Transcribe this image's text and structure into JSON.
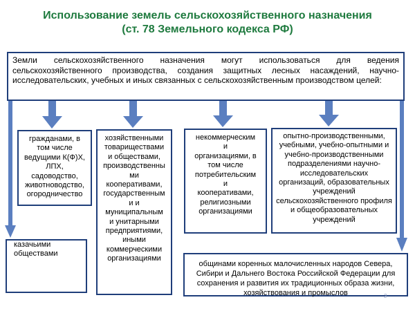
{
  "title": {
    "line1": "Использование земель сельскохозяйственного назначения",
    "line2": "(ст. 78 Земельного кодекса РФ)"
  },
  "main_text": "Земли сельскохозяйственного назначения могут использоваться для ведения сельскохозяйственного производства, создания защитных лесных насаждений, научно-исследовательских, учебных и иных связанных с сельскохозяйственным производством целей:",
  "boxes": {
    "citizens": [
      "гражданами, в",
      "том числе",
      "ведущими К(Ф)Х,",
      "ЛПХ,",
      "садоводство,",
      "животноводство,",
      "огородничество"
    ],
    "partnerships": [
      "хозяйственными",
      "товариществами",
      "и обществами,",
      "производственны",
      "ми",
      "кооперативами,",
      "государственным",
      "и и",
      "муниципальным",
      "и унитарными",
      "предприятиями,",
      "иными",
      "коммерческими",
      "организациями"
    ],
    "noncommercial": [
      "некоммерческим",
      "и",
      "организациями, в",
      "том числе",
      "потребительским",
      "и",
      "кооперативами,",
      "религиозными",
      "организациями"
    ],
    "research": [
      "опытно-производственными,",
      "учебными, учебно-опытными и",
      "учебно-производственными",
      "подразделениями научно-",
      "исследовательских",
      "организаций, образовательных",
      "учреждений",
      "сельскохозяйственного профиля",
      "и общеобразовательных",
      "учреждений"
    ],
    "cossacks": [
      "казачьими",
      "обществами"
    ],
    "indigenous": [
      "общинами коренных малочисленных народов Севера,",
      "Сибири и Дальнего Востока Российской Федерации для",
      "сохранения и развития их традиционных образа жизни,",
      "хозяйствования и промыслов"
    ]
  },
  "page_number": "2",
  "colors": {
    "title": "#1e7a3e",
    "border": "#1f3e7a",
    "arrow": "#5b7fc0"
  }
}
